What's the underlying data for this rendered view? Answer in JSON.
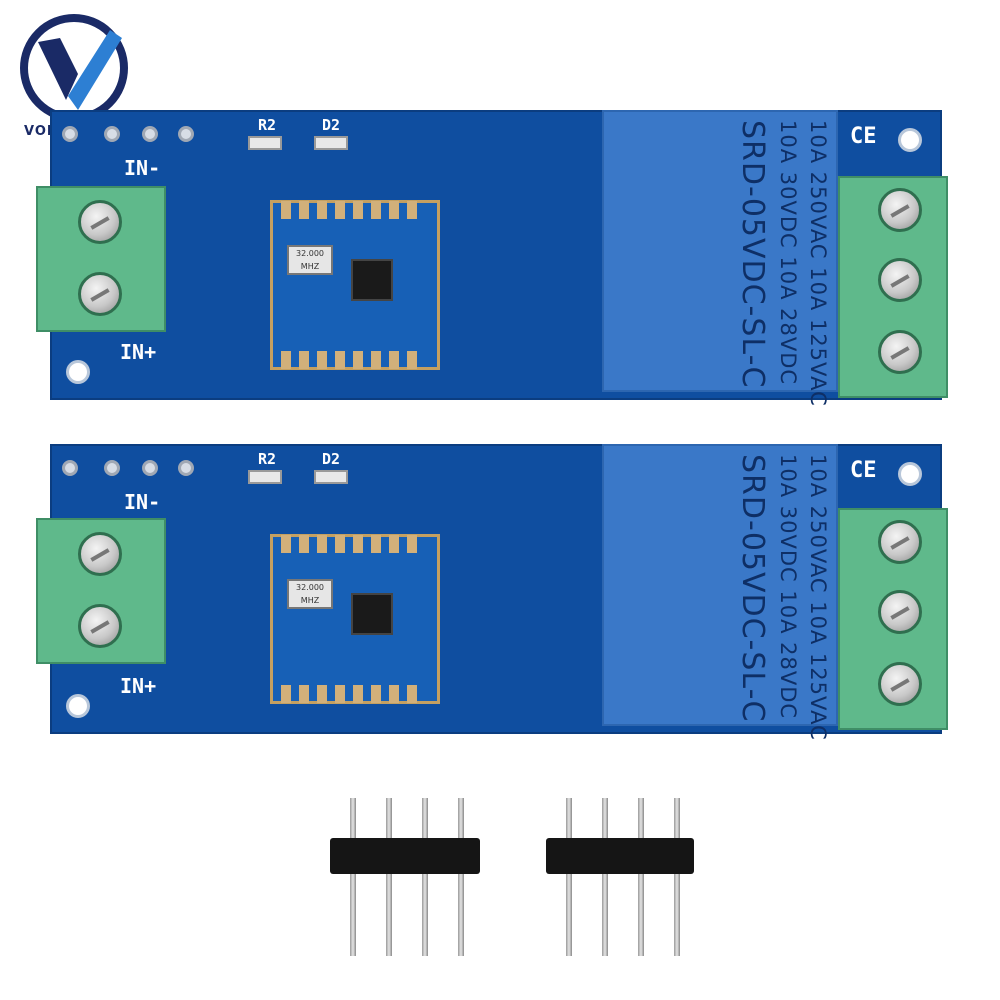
{
  "brand": {
    "name": "VOKTTA",
    "logo_icon": "v-circle-logo-icon",
    "colors": {
      "primary": "#1a2a66",
      "accent": "#2d7fd3"
    }
  },
  "boards": [
    {
      "label_r2": "R2",
      "label_d2": "D2",
      "label_in_minus": "IN-",
      "label_in_plus": "IN+",
      "crystal_text": "32.000\nMHZ",
      "relay": {
        "line1": "10A 250VAC  10A 125VAC",
        "line2": "10A 30VDC  10A 28VDC",
        "line3": "SRD-05VDC-SL-C"
      },
      "relay_logo_text": "CE"
    },
    {
      "label_r2": "R2",
      "label_d2": "D2",
      "label_in_minus": "IN-",
      "label_in_plus": "IN+",
      "crystal_text": "32.000\nMHZ",
      "relay": {
        "line1": "10A 250VAC  10A 125VAC",
        "line2": "10A 30VDC  10A 28VDC",
        "line3": "SRD-05VDC-SL-C"
      },
      "relay_logo_text": "CE"
    }
  ],
  "colors": {
    "pcb": "#0f4ea0",
    "relay": "#3a78c8",
    "terminal": "#5fb98b",
    "pad": "#d2b07a"
  },
  "headers_count": 2
}
